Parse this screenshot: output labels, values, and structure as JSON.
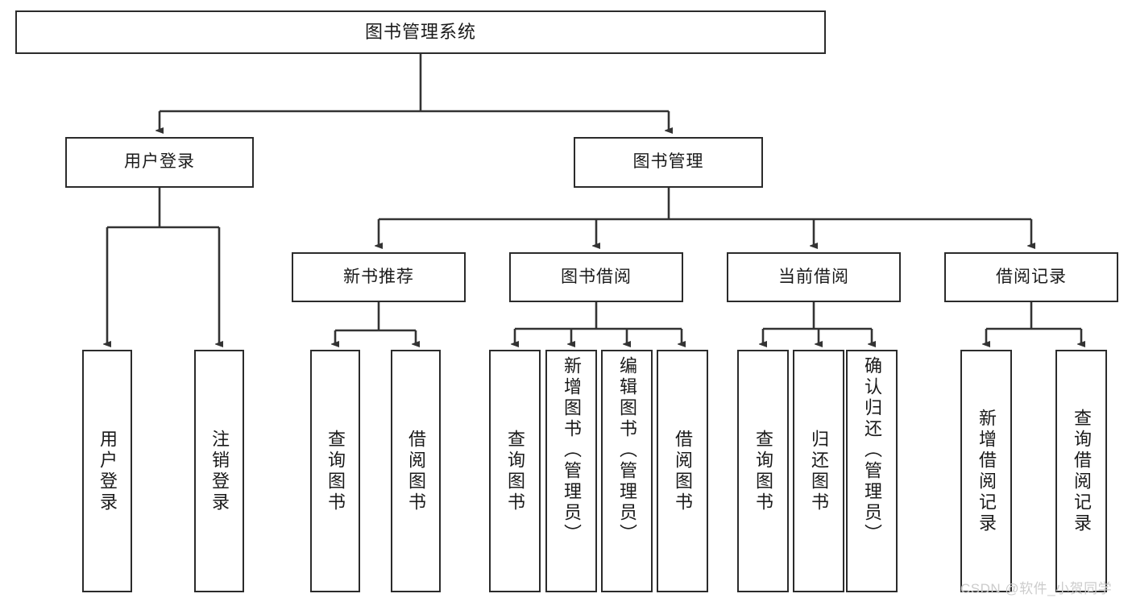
{
  "diagram": {
    "title": "图书管理系统",
    "type": "tree",
    "watermark": "CSDN @软件_小贺同学",
    "colors": {
      "box_border": "#2b2b2b",
      "box_fill": "#ffffff",
      "connector": "#333333",
      "text": "#1a1a1a",
      "watermark": "#cccccc"
    },
    "nodes": {
      "root": {
        "label": "图书管理系统"
      },
      "level1": [
        {
          "id": "user-login",
          "label": "用户登录"
        },
        {
          "id": "book-management",
          "label": "图书管理"
        }
      ],
      "level2": [
        {
          "id": "new-book-recommend",
          "label": "新书推荐"
        },
        {
          "id": "book-borrow",
          "label": "图书借阅"
        },
        {
          "id": "current-borrow",
          "label": "当前借阅"
        },
        {
          "id": "borrow-record",
          "label": "借阅记录"
        }
      ],
      "leaves": {
        "user-login": [
          {
            "id": "leaf-user-login",
            "label": "用户登录"
          },
          {
            "id": "leaf-logout-login",
            "label": "注销登录"
          }
        ],
        "new-book-recommend": [
          {
            "id": "leaf-query-book-1",
            "label": "查询图书"
          },
          {
            "id": "leaf-borrow-book-1",
            "label": "借阅图书"
          }
        ],
        "book-borrow": [
          {
            "id": "leaf-query-book-2",
            "label": "查询图书"
          },
          {
            "id": "leaf-add-book",
            "label": "新增图书（管理员）"
          },
          {
            "id": "leaf-edit-book",
            "label": "编辑图书（管理员）"
          },
          {
            "id": "leaf-borrow-book-2",
            "label": "借阅图书"
          }
        ],
        "current-borrow": [
          {
            "id": "leaf-query-book-3",
            "label": "查询图书"
          },
          {
            "id": "leaf-return-book",
            "label": "归还图书"
          },
          {
            "id": "leaf-confirm-return",
            "label": "确认归还（管理员）"
          }
        ],
        "borrow-record": [
          {
            "id": "leaf-add-record",
            "label": "新增借阅记录"
          },
          {
            "id": "leaf-query-record",
            "label": "查询借阅记录"
          }
        ]
      }
    }
  }
}
